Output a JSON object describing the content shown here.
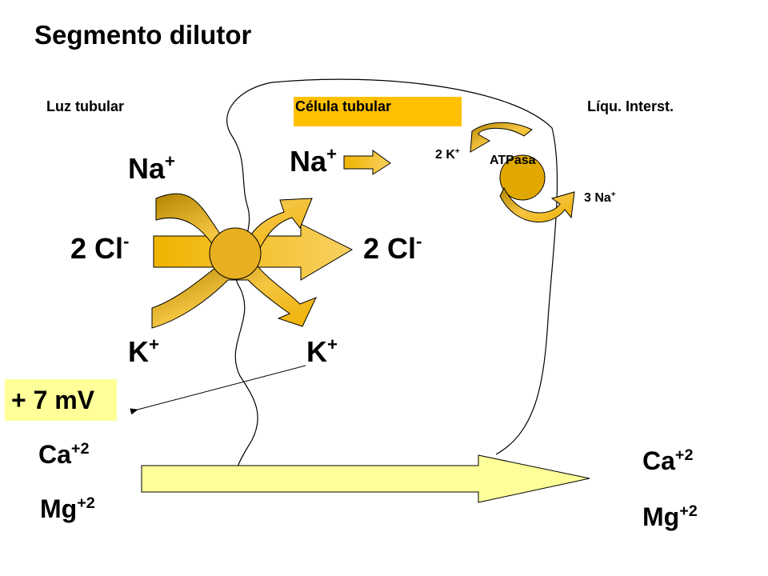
{
  "title": "Segmento dilutor",
  "regions": {
    "lumen": "Luz tubular",
    "cell": "Célula tubular",
    "interstitium": "Líqu. Interst."
  },
  "cotransporter": {
    "na_left": {
      "base": "Na",
      "sup": "+"
    },
    "na_right": {
      "base": "Na",
      "sup": "+"
    },
    "cl_left": {
      "base": "2 Cl",
      "sup": "-"
    },
    "cl_right": {
      "base": "2 Cl",
      "sup": "-"
    },
    "k_left": {
      "base": "K",
      "sup": "+"
    },
    "k_right": {
      "base": "K",
      "sup": "+"
    }
  },
  "pump": {
    "label": "ATPasa",
    "k_in": {
      "base": "2 K",
      "sup": "+"
    },
    "na_out": {
      "base": "3 Na",
      "sup": "+"
    }
  },
  "potential": "+ 7 mV",
  "paracellular": {
    "ca_left": {
      "base": "Ca",
      "sup": "+2"
    },
    "mg_left": {
      "base": "Mg",
      "sup": "+2"
    },
    "ca_right": {
      "base": "Ca",
      "sup": "+2"
    },
    "mg_right": {
      "base": "Mg",
      "sup": "+2"
    }
  },
  "colors": {
    "gold": "#f5c542",
    "gold_dark": "#c39000",
    "orange_box": "#ffc000",
    "yellow_pale": "#ffff99",
    "outline": "#000000"
  }
}
